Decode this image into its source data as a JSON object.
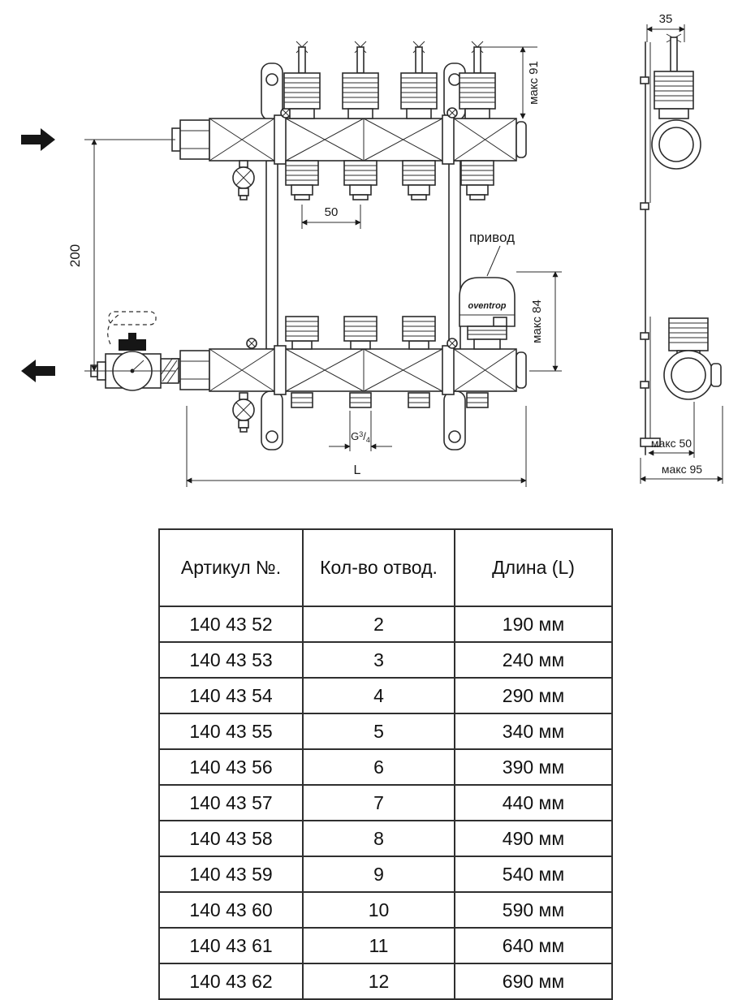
{
  "drawing": {
    "labels": {
      "dim_35": "35",
      "maks_91": "макс 91",
      "dim_200": "200",
      "dim_50": "50",
      "privod": "привод",
      "maks_84": "макс 84",
      "brand": "oventrop",
      "g_prefix": "G",
      "g_numerator": "3",
      "g_slash": "/",
      "g_denominator": "4",
      "dim_L": "L",
      "maks_50": "макс 50",
      "maks_95": "макс 95"
    }
  },
  "table": {
    "headers": [
      "Артикул №.",
      "Кол-во отвод.",
      "Длина (L)"
    ],
    "rows": [
      {
        "article": "140 43 52",
        "outlets": "2",
        "length": "190 мм"
      },
      {
        "article": "140 43 53",
        "outlets": "3",
        "length": "240 мм"
      },
      {
        "article": "140 43 54",
        "outlets": "4",
        "length": "290 мм"
      },
      {
        "article": "140 43 55",
        "outlets": "5",
        "length": "340 мм"
      },
      {
        "article": "140 43 56",
        "outlets": "6",
        "length": "390 мм"
      },
      {
        "article": "140 43 57",
        "outlets": "7",
        "length": "440 мм"
      },
      {
        "article": "140 43 58",
        "outlets": "8",
        "length": "490 мм"
      },
      {
        "article": "140 43 59",
        "outlets": "9",
        "length": "540 мм"
      },
      {
        "article": "140 43 60",
        "outlets": "10",
        "length": "590 мм"
      },
      {
        "article": "140 43 61",
        "outlets": "11",
        "length": "640 мм"
      },
      {
        "article": "140 43 62",
        "outlets": "12",
        "length": "690 мм"
      }
    ]
  }
}
